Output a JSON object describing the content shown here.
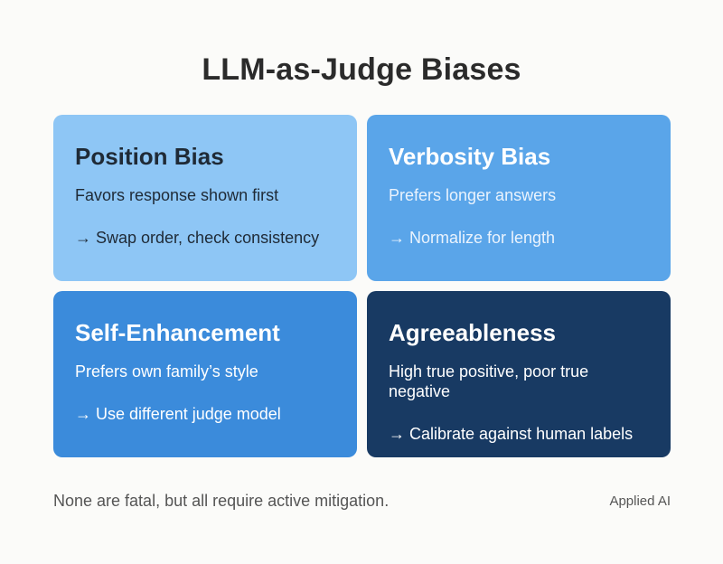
{
  "title": "LLM-as-Judge Biases",
  "cards": [
    {
      "title": "Position Bias",
      "description": "Favors response shown first",
      "mitigation": "→ Swap order, check consistency",
      "color": "#8ec6f5"
    },
    {
      "title": "Verbosity Bias",
      "description": "Prefers longer answers",
      "mitigation": "→ Normalize for length",
      "color": "#5aa5e9"
    },
    {
      "title": "Self-Enhancement",
      "description": "Prefers own family’s style",
      "mitigation": "→ Use different judge model",
      "color": "#3b8bdb"
    },
    {
      "title": "Agreeableness",
      "description": "High true positive, poor true negative",
      "mitigation": "→ Calibrate against human labels",
      "color": "#183a63"
    }
  ],
  "footer": {
    "note": "None are fatal, but all require active mitigation.",
    "brand": "Applied AI"
  }
}
